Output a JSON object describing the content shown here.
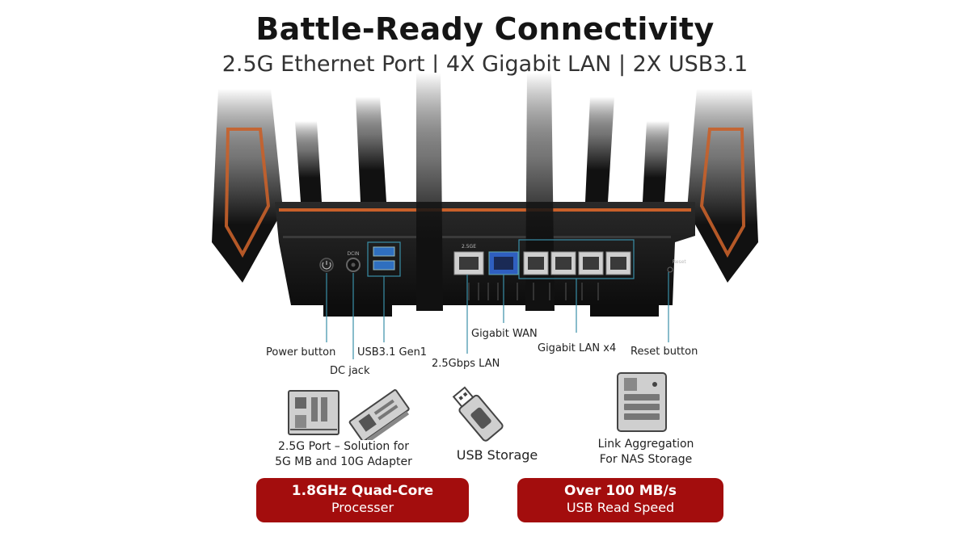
{
  "header": {
    "title": "Battle-Ready Connectivity",
    "subtitle": "2.5G Ethernet Port | 4X Gigabit LAN | 2X USB3.1"
  },
  "router": {
    "port_labels": {
      "dcin": "DCIN",
      "p25": "2.5GE",
      "reset": "Reset"
    }
  },
  "callouts": {
    "power_button": "Power button",
    "dc_jack": "DC jack",
    "usb31": "USB3.1 Gen1",
    "lan_25g": "2.5Gbps LAN",
    "wan": "Gigabit WAN",
    "lan_x4": "Gigabit LAN x4",
    "reset_button": "Reset button"
  },
  "features": [
    {
      "icon": "motherboard-icon",
      "line1": "2.5G Port – Solution for",
      "line2": "5G MB and 10G Adapter"
    },
    {
      "icon": "usb-drive-icon",
      "line1": "USB Storage"
    },
    {
      "icon": "nas-icon",
      "line1": "Link Aggregation",
      "line2": "For NAS Storage"
    }
  ],
  "highlights": [
    {
      "line1": "1.8GHz Quad-Core",
      "line2": "Processer"
    },
    {
      "line1": "Over 100 MB/s",
      "line2": "USB Read Speed"
    }
  ],
  "colors": {
    "accent_red": "#a30d0d",
    "copper": "#c8602a",
    "callout_line": "#3a8fa8"
  }
}
